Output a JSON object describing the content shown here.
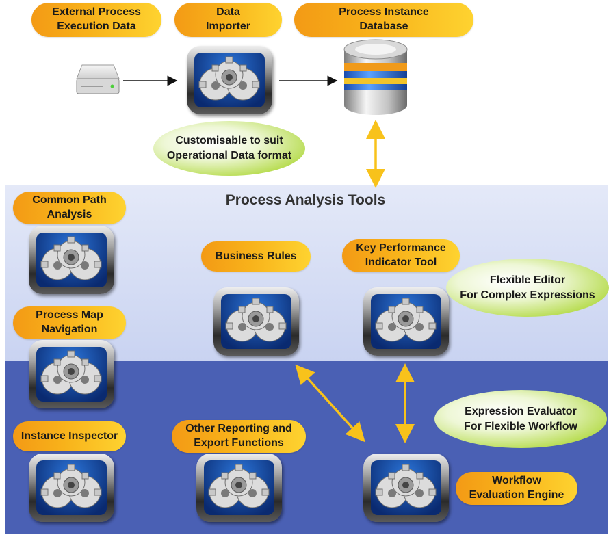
{
  "labels": {
    "external_process": "External Process\nExecution Data",
    "data_importer": "Data\nImporter",
    "process_instance_db": "Process Instance\nDatabase",
    "common_path": "Common Path\nAnalysis",
    "process_map_nav": "Process Map\nNavigation",
    "instance_inspector": "Instance Inspector",
    "business_rules": "Business Rules",
    "kpi_tool": "Key Performance\nIndicator Tool",
    "other_reporting": "Other Reporting and\nExport Functions",
    "workflow_engine": "Workflow\nEvaluation Engine"
  },
  "bubbles": {
    "customisable": "Customisable to suit\nOperational Data format",
    "flexible_editor": "Flexible Editor\nFor Complex Expressions",
    "expression_evaluator": "Expression Evaluator\nFor Flexible Workflow"
  },
  "panel": {
    "title": "Process Analysis Tools"
  },
  "colors": {
    "label_orange": "#f39a15",
    "label_yellow": "#fed330",
    "bubble_green": "#9bcf24",
    "arrow_yellow": "#f8c21b",
    "panel_light": "#d6ddf4",
    "panel_dark": "#4a60b4"
  },
  "icons": {
    "drive": "hard-drive-icon",
    "tool": "gear-app-icon",
    "database": "database-icon"
  }
}
